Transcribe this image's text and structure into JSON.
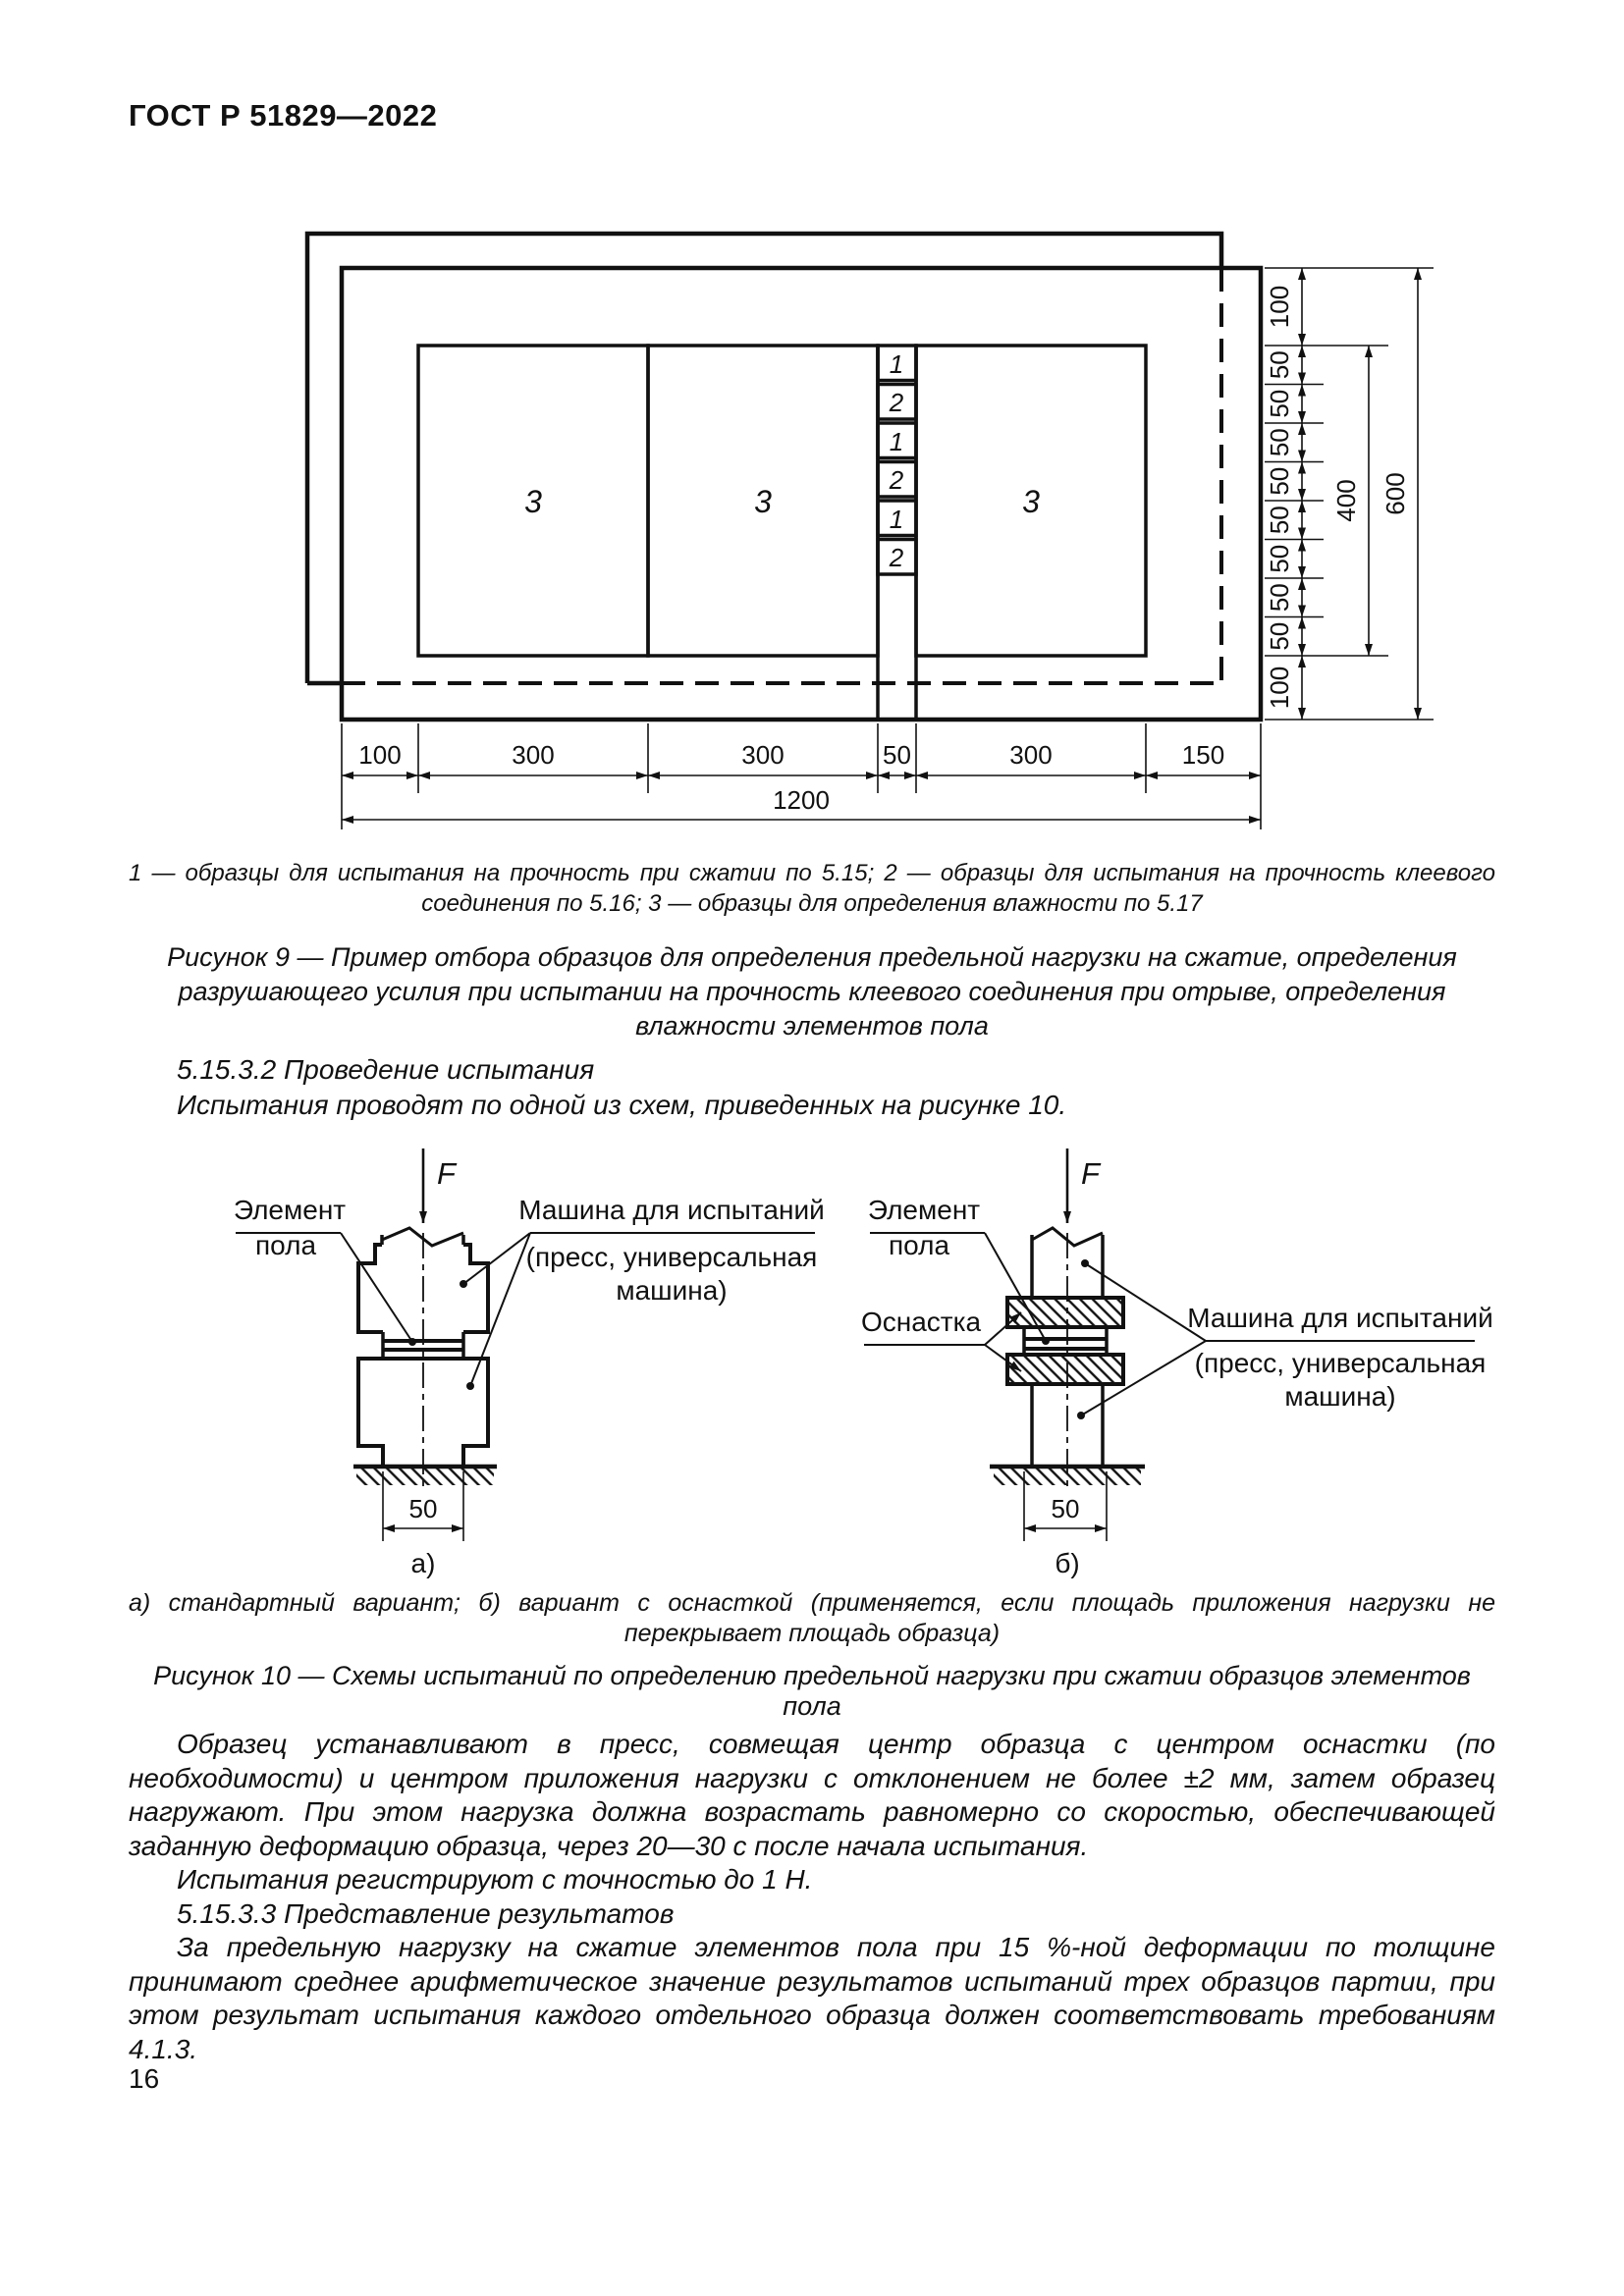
{
  "page": {
    "header": "ГОСТ Р 51829—2022",
    "page_number": "16"
  },
  "figure9": {
    "square_label": "3",
    "strip_labels": [
      "1",
      "2",
      "1",
      "2",
      "1",
      "2"
    ],
    "dims_bottom": [
      "100",
      "300",
      "300",
      "50",
      "300",
      "150"
    ],
    "dim_total": "1200",
    "dims_right": [
      "100",
      "50",
      "50",
      "50",
      "50",
      "50",
      "50",
      "50",
      "50",
      "100"
    ],
    "dim_400": "400",
    "dim_600": "600",
    "legend": "1 — образцы для испытания на прочность при сжатии по 5.15; 2 — образцы для испытания на прочность клеевого соединения по 5.16; 3 — образцы для определения влажности по 5.17",
    "title": "Рисунок 9 — Пример отбора образцов для определения предельной нагрузки на сжатие, определения разрушающего усилия при испытании на прочность клеевого соединения при отрыве, определения влажности элементов пола"
  },
  "section": {
    "heading": "5.15.3.2 Проведение испытания",
    "intro": "Испытания проводят по одной из схем, приведенных на рисунке 10."
  },
  "figure10": {
    "force_label": "F",
    "dim_50": "50",
    "label_a": "а)",
    "label_b": "б)",
    "element_line1": "Элемент",
    "element_line2": "пола",
    "fixture_label": "Оснастка",
    "machine_line1": "Машина для испытаний",
    "machine_line2": "(пресс, универсальная",
    "machine_line3": "машина)",
    "caption": "а) стандартный вариант; б) вариант с оснасткой (применяется, если площадь приложения нагрузки не перекрывает площадь образца)",
    "title": "Рисунок 10 — Схемы испытаний по определению предельной нагрузки при сжатии образцов элементов пола"
  },
  "body": {
    "p1": "Образец устанавливают в пресс, совмещая центр образца с центром оснастки (по необходимости) и центром приложения нагрузки с отклонением не более ±2 мм, затем образец нагружают. При этом нагрузка должна возрастать равномерно со скоростью, обеспечивающей заданную деформацию образца, через 20—30 с после начала испытания.",
    "p2": "Испытания регистрируют с точностью до 1 Н.",
    "p3": "5.15.3.3 Представление результатов",
    "p4": "За предельную нагрузку на сжатие элементов пола при 15 %-ной деформации по толщине принимают среднее арифметическое значение результатов испытаний трех образцов партии, при этом результат испытания каждого отдельного образца должен соответствовать требованиям 4.1.3."
  }
}
